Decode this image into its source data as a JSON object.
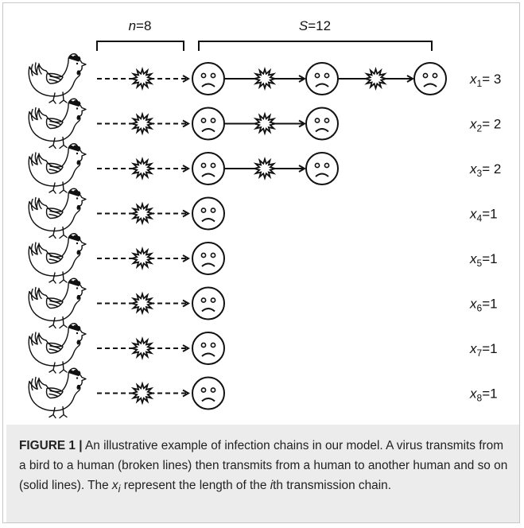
{
  "brackets": {
    "left": {
      "symbol": "n",
      "value": "=8"
    },
    "right": {
      "symbol": "S",
      "value": "=12"
    }
  },
  "chains": [
    {
      "humans": 3,
      "var": "x",
      "sub": "1",
      "value": "= 3"
    },
    {
      "humans": 2,
      "var": "x",
      "sub": "2",
      "value": "= 2"
    },
    {
      "humans": 2,
      "var": "x",
      "sub": "3",
      "value": "= 2"
    },
    {
      "humans": 1,
      "var": "x",
      "sub": "4",
      "value": "=1"
    },
    {
      "humans": 1,
      "var": "x",
      "sub": "5",
      "value": "=1"
    },
    {
      "humans": 1,
      "var": "x",
      "sub": "6",
      "value": "=1"
    },
    {
      "humans": 1,
      "var": "x",
      "sub": "7",
      "value": "=1"
    },
    {
      "humans": 1,
      "var": "x",
      "sub": "8",
      "value": "=1"
    }
  ],
  "icons": {
    "bird": "chicken-icon",
    "human": "sad-face-icon",
    "transmission": "starburst-icon"
  },
  "colors": {
    "line": "#111111",
    "caption_background": "#ececec"
  },
  "caption": {
    "label": "FIGURE 1 |",
    "part1": " An illustrative example of infection chains in our model. A virus transmits from a bird to a human (broken lines) then transmits from a human to another human and so on (solid lines). The ",
    "var": "x",
    "sub": "i",
    "part2": " represent the length of the ",
    "var2": "i",
    "part3": "th transmission chain."
  }
}
